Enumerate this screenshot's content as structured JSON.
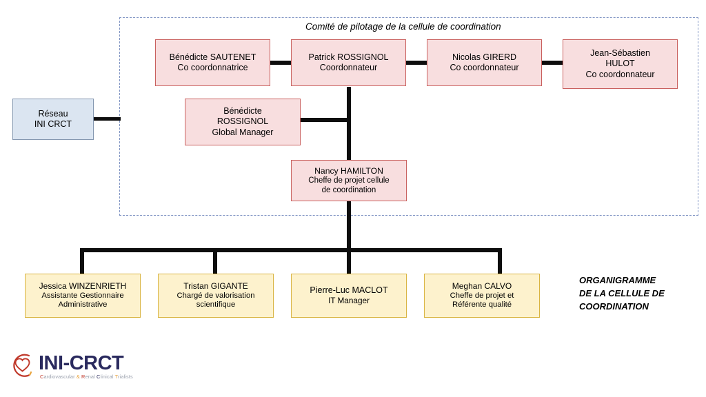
{
  "committee": {
    "title": "Comité de pilotage de la cellule de coordination",
    "members": [
      {
        "name": "Bénédicte SAUTENET",
        "role": "Co coordonnatrice"
      },
      {
        "name": "Patrick ROSSIGNOL",
        "role": "Coordonnateur"
      },
      {
        "name": "Nicolas GIRERD",
        "role": "Co coordonnateur"
      },
      {
        "name": "Jean-Sébastien\nHULOT",
        "role": "Co coordonnateur"
      }
    ],
    "global_manager": {
      "name": "Bénédicte\nROSSIGNOL",
      "role": "Global Manager"
    },
    "project_lead": {
      "name": "Nancy HAMILTON",
      "role": "Cheffe de projet cellule\nde coordination"
    }
  },
  "network_box": {
    "line1": "Réseau",
    "line2": "INI CRCT"
  },
  "team": [
    {
      "name": "Jessica WINZENRIETH",
      "role": "Assistante Gestionnaire\nAdministrative"
    },
    {
      "name": "Tristan GIGANTE",
      "role": "Chargé de valorisation\nscientifique"
    },
    {
      "name": "Pierre-Luc MACLOT",
      "role": "IT Manager"
    },
    {
      "name": "Meghan CALVO",
      "role": "Cheffe de projet et\nRéférente qualité"
    }
  ],
  "caption": "ORGANIGRAMME\nDE LA CELLULE DE\nCOORDINATION",
  "logo": {
    "wordmark": "INI-CRCT",
    "tagline_parts": {
      "p1": "C",
      "p2": "ardiovascular ",
      "p3": "&",
      "p4": " ",
      "p5": "R",
      "p6": "enal ",
      "p7": "C",
      "p8": "linical ",
      "p9": "T",
      "p10": "rialists"
    }
  },
  "colors": {
    "pink_fill": "#f8dedf",
    "pink_border": "#c9605e",
    "yellow_fill": "#fdf2cd",
    "yellow_border": "#d9b441",
    "blue_fill": "#dbe5f1",
    "blue_border": "#8497b0",
    "connector": "#0d0d0d",
    "dashed_border": "#8296c4",
    "logo_navy": "#2a2a5e"
  }
}
